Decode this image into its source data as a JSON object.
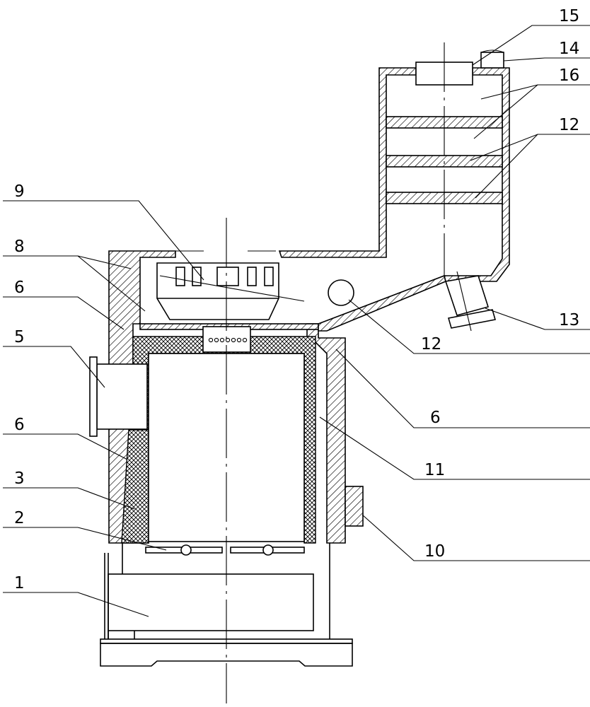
{
  "labels": {
    "l1": "1",
    "l2": "2",
    "l3": "3",
    "l5": "5",
    "l6a": "6",
    "l6b": "6",
    "l6c": "6",
    "l8": "8",
    "l9": "9",
    "l10": "10",
    "l11": "11",
    "l12a": "12",
    "l12b": "12",
    "l13": "13",
    "l14": "14",
    "l15": "15",
    "l16": "16"
  }
}
